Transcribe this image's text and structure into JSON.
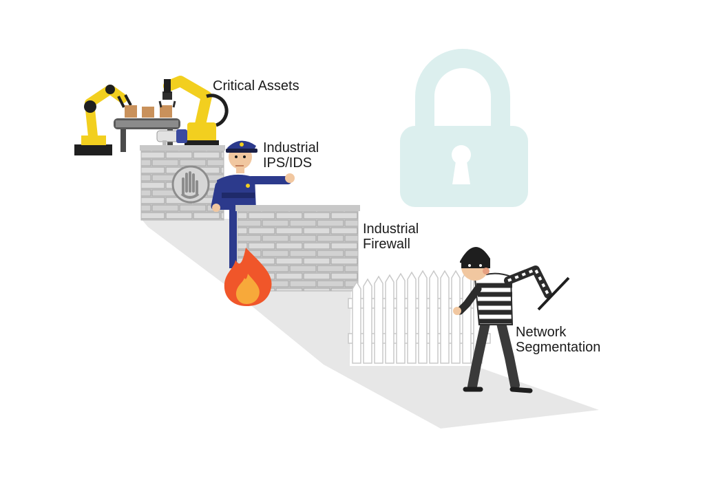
{
  "labels": {
    "critical_assets": "Critical Assets",
    "ips_ids": "Industrial\nIPS/IDS",
    "firewall": "Industrial\nFirewall",
    "network_segmentation": "Network\nSegmentation"
  },
  "colors": {
    "floor": "#e7e7e7",
    "brick": "#d6d6d6",
    "mortar": "#a9a9a9",
    "robot": "#f2cf1f",
    "police": "#2c3a8c",
    "lock": "#dcefee",
    "fire": "#f0562a",
    "fence": "#ffffff"
  },
  "icons": {
    "lock": "padlock-icon",
    "stop": "stop-hand-icon",
    "fire": "fire-icon"
  }
}
